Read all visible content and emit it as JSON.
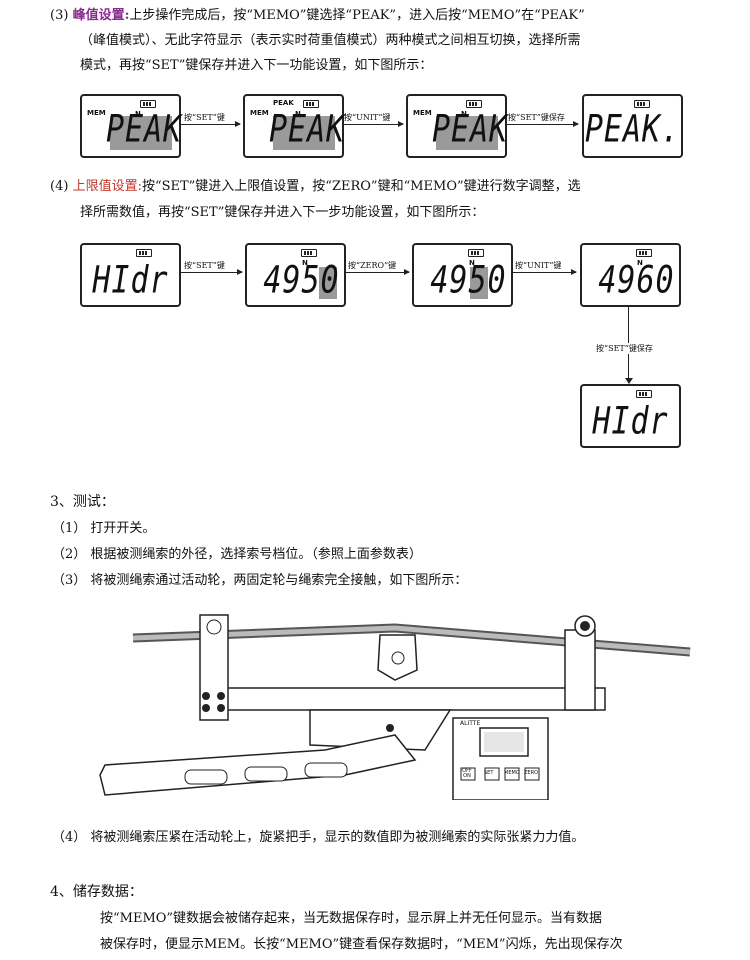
{
  "peak": {
    "num": "(3)",
    "title": "峰值设置:",
    "line1": "上步操作完成后，按“MEMO”键选择“PEAK”，进入后按“MEMO”在“PEAK”",
    "line2": "（峰值模式）、无此字符显示（表示实时荷重值模式）两种模式之间相互切换，选择所需",
    "line3": "模式，再按“SET”键保存并进入下一功能设置，如下图所示：",
    "screens": [
      {
        "mem": "MEM",
        "n": "N",
        "peak": "",
        "text": "PEAK",
        "shaded": true
      },
      {
        "mem": "MEM",
        "n": "N",
        "peak": "PEAK",
        "text": "PEAK",
        "shaded": true
      },
      {
        "mem": "MEM",
        "n": "N",
        "peak": "",
        "text": "PEAK",
        "shaded": true
      },
      {
        "mem": "",
        "n": "",
        "peak": "",
        "text": "PEAK.",
        "shaded": false
      }
    ],
    "arrows": [
      "按“SET”键",
      "按“UNIT”键",
      "按“SET”键保存"
    ]
  },
  "upper": {
    "num": "(4)",
    "title": "上限值设置:",
    "line1": "按“SET”键进入上限值设置，按“ZERO”键和“MEMO”键进行数字调整，选",
    "line2": "择所需数值，再按“SET”键保存并进入下一步功能设置，如下图所示：",
    "screens": [
      {
        "n": "",
        "text": "HIdr"
      },
      {
        "n": "N",
        "text": "4950"
      },
      {
        "n": "N",
        "text": "4950"
      },
      {
        "n": "N",
        "text": "4960"
      },
      {
        "n": "",
        "text": "HIdr"
      }
    ],
    "arrows": [
      "按“SET”键",
      "按“ZERO”键",
      "按“UNIT”键",
      "按“SET”键保存"
    ]
  },
  "test": {
    "heading": "3、测试：",
    "items": [
      {
        "num": "（1）",
        "text": "打开开关。"
      },
      {
        "num": "（2）",
        "text": "根据被测绳索的外径，选择索号档位。（参照上面参数表）"
      },
      {
        "num": "（3）",
        "text": "将被测绳索通过活动轮，两固定轮与绳索完全接触，如下图所示："
      }
    ],
    "device": {
      "brand": "ALITTE",
      "buttons": [
        "OFF ON",
        "SET",
        "MEMO",
        "ZERO"
      ]
    },
    "item4": {
      "num": "（4）",
      "text": "将被测绳索压紧在活动轮上，旋紧把手，显示的数值即为被测绳索的实际张紧力力值。"
    }
  },
  "storage": {
    "heading": "4、储存数据：",
    "line1": "按“MEMO”键数据会被储存起来，当无数据保存时，显示屏上并无任何显示。当有数据",
    "line2": "被保存时，便显示MEM。长按“MEMO”键查看保存数据时，“MEM”闪烁，先出现保存次"
  }
}
